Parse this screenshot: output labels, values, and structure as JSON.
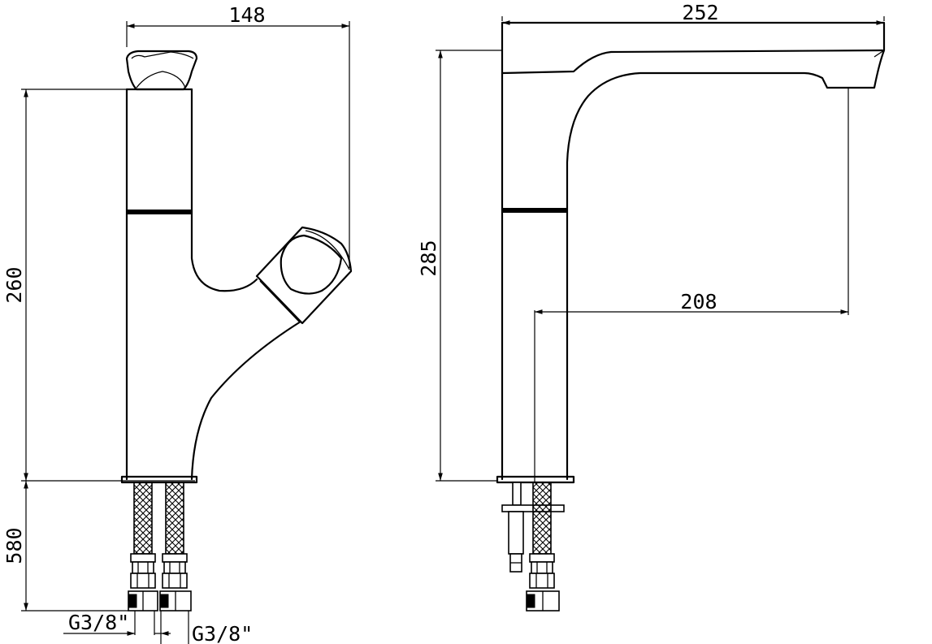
{
  "dimensions": {
    "front_width": "148",
    "front_height": "260",
    "hose_length": "580",
    "thread_left": "G3/8\"",
    "thread_right": "G3/8\"",
    "side_width": "252",
    "side_height": "285",
    "spout_reach": "208"
  }
}
